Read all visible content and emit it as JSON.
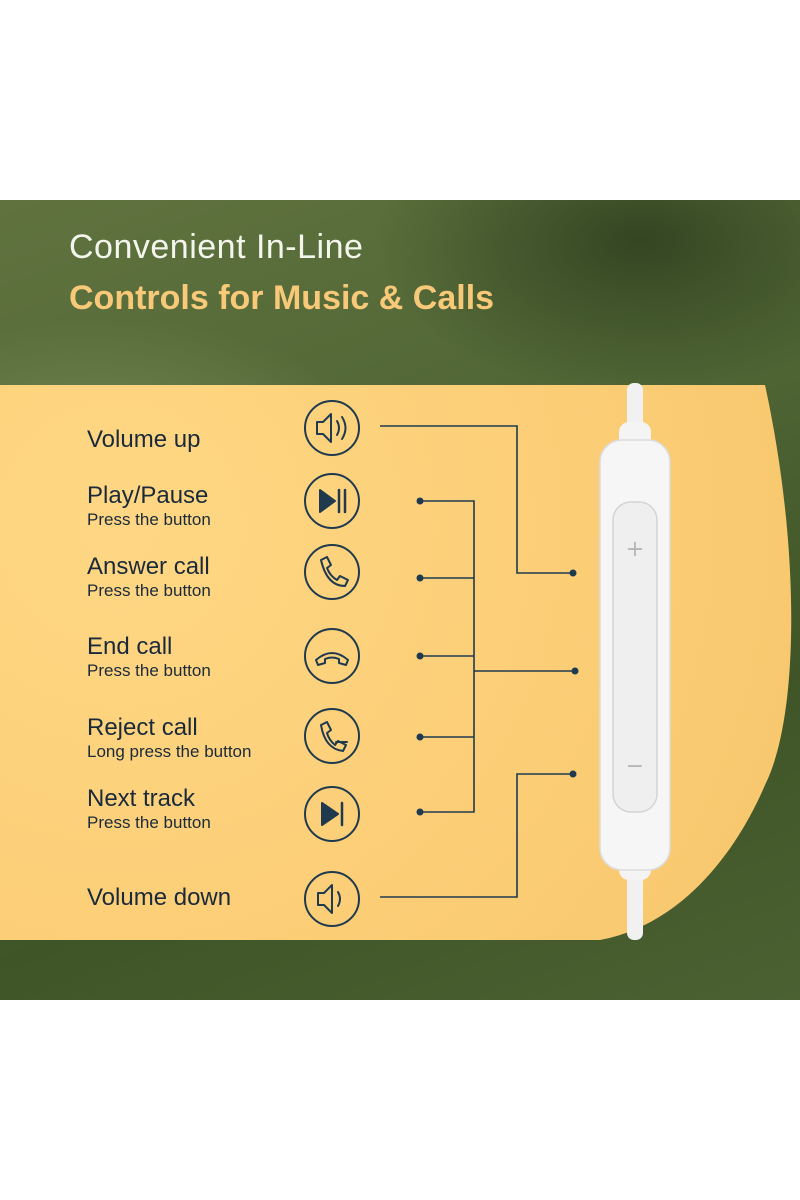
{
  "heading": {
    "line1": "Convenient In-Line",
    "line2": "Controls for Music & Calls"
  },
  "controls": [
    {
      "label": "Volume up",
      "sub": "",
      "icon": "volume-up-icon"
    },
    {
      "label": "Play/Pause",
      "sub": "Press the button",
      "icon": "play-pause-icon"
    },
    {
      "label": "Answer call",
      "sub": "Press the button",
      "icon": "phone-answer-icon"
    },
    {
      "label": "End call",
      "sub": "Press the button",
      "icon": "phone-end-icon"
    },
    {
      "label": "Reject call",
      "sub": "Long press the button",
      "icon": "phone-reject-icon"
    },
    {
      "label": "Next track",
      "sub": "Press the button",
      "icon": "next-track-icon"
    },
    {
      "label": "Volume down",
      "sub": "",
      "icon": "volume-down-icon"
    }
  ],
  "remote": {
    "plus_symbol": "+",
    "minus_symbol": "−"
  },
  "colors": {
    "panel": "#fcd078",
    "background": "#4f6534",
    "accent_text": "#f7c978",
    "ink": "#1a2a3a"
  }
}
